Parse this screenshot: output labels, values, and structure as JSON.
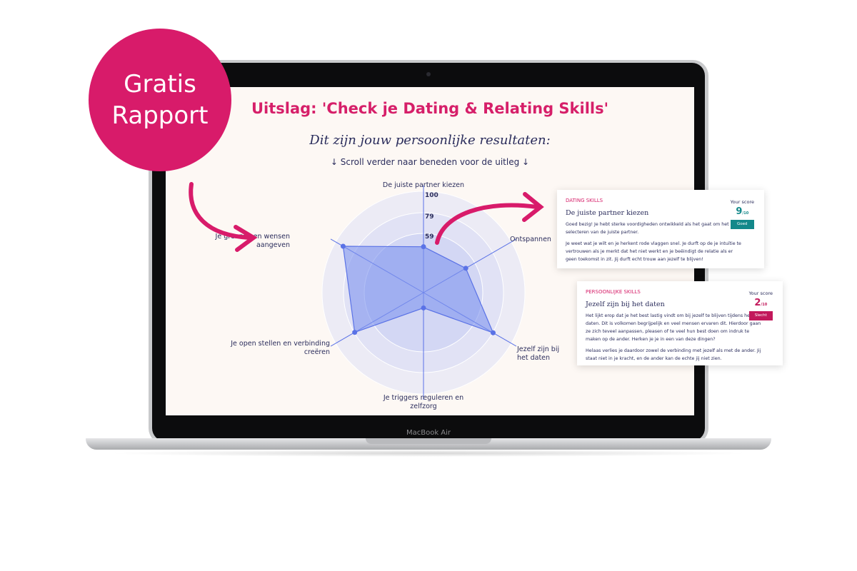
{
  "badge": {
    "line1": "Gratis",
    "line2": "Rapport"
  },
  "laptop": {
    "brand": "MacBook Air"
  },
  "page": {
    "title": "Uitslag: 'Check je Dating & Relating Skills'",
    "subtitle": "Dit zijn jouw persoonlijke resultaten:",
    "scroll_hint": "↓ Scroll verder naar beneden voor de uitleg ↓"
  },
  "chart_data": {
    "type": "radar",
    "axes": [
      "De juiste partner kiezen",
      "Ontspannen",
      "Jezelf zijn bij het daten",
      "Je triggers reguleren en zelfzorg",
      "Je open stellen en verbinding creëren",
      "Je grenzen en wensen aangeven"
    ],
    "values": [
      48,
      51,
      84,
      16,
      83,
      97
    ],
    "tick_labels": [
      "100",
      "79",
      "59"
    ],
    "range": [
      0,
      100
    ],
    "colors": {
      "fill": "#7f95ee",
      "line": "#5a72e6"
    }
  },
  "cards": [
    {
      "category": "DATING SKILLS",
      "title": "De juiste partner kiezen",
      "score_label": "Your score",
      "score": "9",
      "score_max": "/10",
      "rating": "Goed",
      "rating_color": "#13888a",
      "paragraphs": [
        "Goed bezig! Je hebt sterke voordigheden ontwikkeld als het gaat om het selecteren van de juiste partner.",
        "Je weet wat je wilt en je herkent rode vlaggen snel. Je durft op de je intuïtie te vertrouwen als je merkt dat het niet werkt en je beëindigt de relatie als er geen toekomst in zit. Jij durft echt trouw aan jezelf te blijven!"
      ]
    },
    {
      "category": "PERSOONLIJKE SKILLS",
      "title": "Jezelf zijn bij het daten",
      "score_label": "Your score",
      "score": "2",
      "score_max": "/10",
      "rating": "Slecht",
      "rating_color": "#c2185b",
      "paragraphs": [
        "Het lijkt erop dat je het best lastig vindt om bij jezelf te blijven tijdens het daten. Dit is volkomen begrijpelijk en veel mensen ervaren dit. Hierdoor gaan ze zich teveel aanpassen, pleasen of te veel hun best doen om indruk te maken op de ander. Herken je je in een van deze dingen?",
        "Helaas verlies je daardoor zowel de verbinding met jezelf als met de ander. Jij staat niet in je kracht, en de ander kan de echte jij niet zien."
      ]
    }
  ]
}
